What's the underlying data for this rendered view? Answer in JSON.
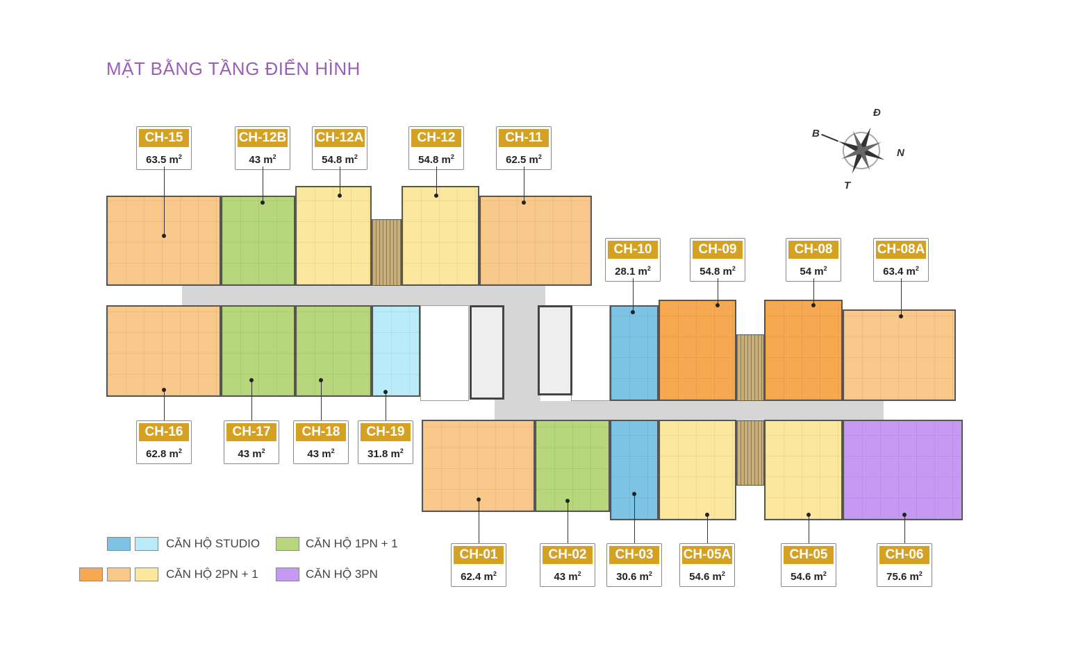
{
  "title": "MẶT BẰNG TẦNG ĐIỂN HÌNH",
  "area_unit": "m",
  "area_exp": "2",
  "colors": {
    "studio_dark": "#7cc3e4",
    "studio_light": "#b9ecf8",
    "one_bed": "#b8d67c",
    "two_bed_dark": "#f6a951",
    "two_bed_mid": "#f9c98c",
    "two_bed_light": "#fbe89e",
    "three_bed": "#c69af2",
    "label_gold": "#d4a122"
  },
  "units": [
    {
      "code": "CH-15",
      "area": "63.5",
      "color": "two_bed_mid"
    },
    {
      "code": "CH-12B",
      "area": "43",
      "color": "one_bed"
    },
    {
      "code": "CH-12A",
      "area": "54.8",
      "color": "two_bed_light"
    },
    {
      "code": "CH-12",
      "area": "54.8",
      "color": "two_bed_light"
    },
    {
      "code": "CH-11",
      "area": "62.5",
      "color": "two_bed_mid"
    },
    {
      "code": "CH-16",
      "area": "62.8",
      "color": "two_bed_mid"
    },
    {
      "code": "CH-17",
      "area": "43",
      "color": "one_bed"
    },
    {
      "code": "CH-18",
      "area": "43",
      "color": "one_bed"
    },
    {
      "code": "CH-19",
      "area": "31.8",
      "color": "studio_light"
    },
    {
      "code": "CH-10",
      "area": "28.1",
      "color": "studio_dark"
    },
    {
      "code": "CH-09",
      "area": "54.8",
      "color": "two_bed_dark"
    },
    {
      "code": "CH-08",
      "area": "54",
      "color": "two_bed_dark"
    },
    {
      "code": "CH-08A",
      "area": "63.4",
      "color": "two_bed_mid"
    },
    {
      "code": "CH-01",
      "area": "62.4",
      "color": "two_bed_mid"
    },
    {
      "code": "CH-02",
      "area": "43",
      "color": "one_bed"
    },
    {
      "code": "CH-03",
      "area": "30.6",
      "color": "studio_dark"
    },
    {
      "code": "CH-05A",
      "area": "54.6",
      "color": "two_bed_light"
    },
    {
      "code": "CH-05",
      "area": "54.6",
      "color": "two_bed_light"
    },
    {
      "code": "CH-06",
      "area": "75.6",
      "color": "three_bed"
    }
  ],
  "legend": [
    {
      "label": "CĂN HỘ STUDIO",
      "swatches": [
        "studio_dark",
        "studio_light"
      ]
    },
    {
      "label": "CĂN HỘ 1PN + 1",
      "swatches": [
        "one_bed"
      ]
    },
    {
      "label": "CĂN HỘ 2PN + 1",
      "swatches": [
        "two_bed_dark",
        "two_bed_mid",
        "two_bed_light"
      ]
    },
    {
      "label": "CĂN HỘ 3PN",
      "swatches": [
        "three_bed"
      ]
    }
  ],
  "compass": {
    "north": "N",
    "south": "T",
    "east": "Đ",
    "west": "B"
  }
}
